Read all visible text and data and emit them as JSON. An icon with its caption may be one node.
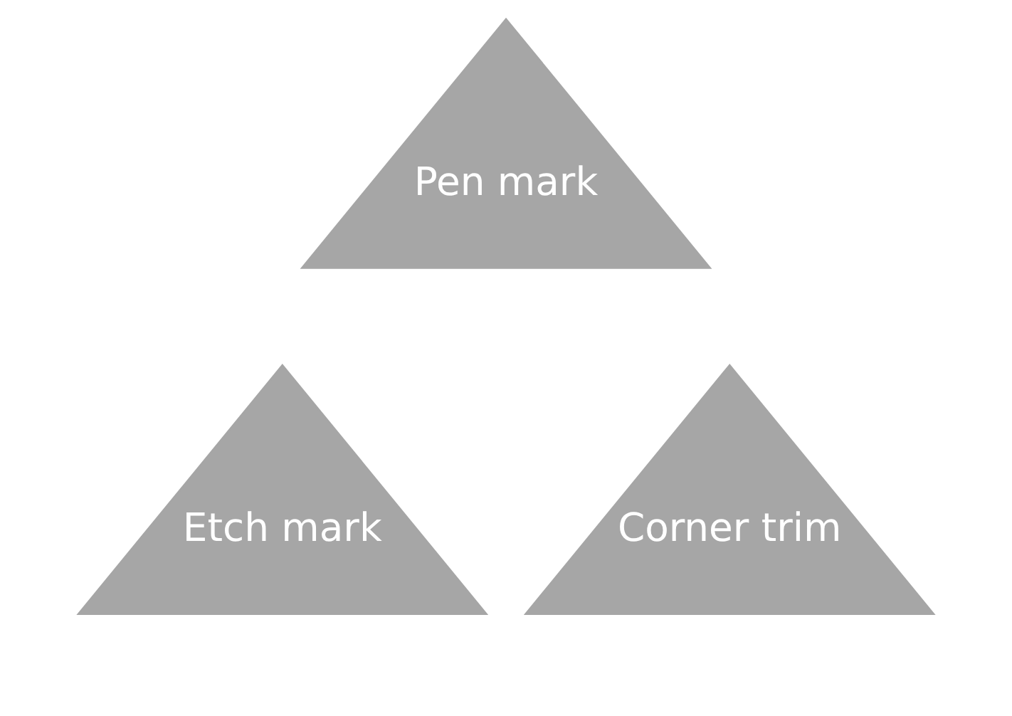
{
  "diagram": {
    "nodes": [
      {
        "text": [
          "Pen mark"
        ]
      },
      {
        "text": [
          "Etch mark"
        ]
      },
      {
        "text": [
          "Corner trim"
        ]
      }
    ]
  }
}
